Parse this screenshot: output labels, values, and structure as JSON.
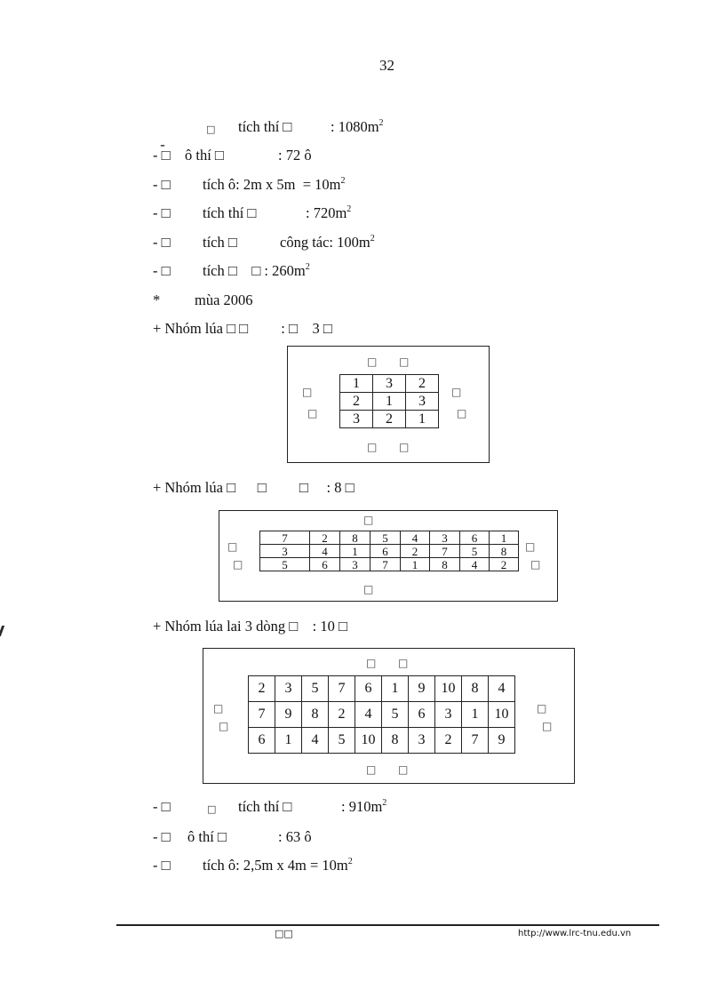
{
  "page": {
    "number": "32",
    "lines_top": [
      {
        "prefix": "-",
        "gap1": "□",
        "text": "tích thí □",
        "value": ": 1080m",
        "sup": "2"
      },
      {
        "prefix": "- □",
        "text": "ô thí □",
        "value": ": 72 ô",
        "sup": ""
      },
      {
        "prefix": "- □",
        "text": "tích ô: 2m x 5m  = 10m",
        "value": "",
        "sup": "2"
      },
      {
        "prefix": "- □",
        "text": "tích thí □",
        "value": ": 720m",
        "sup": "2"
      },
      {
        "prefix": "- □",
        "text": "tích □",
        "value": "công tác: 100m",
        "sup": "2"
      },
      {
        "prefix": "- □",
        "text": "tích □    □ : 260m",
        "value": "",
        "sup": "2"
      }
    ],
    "season_line": {
      "prefix": "*",
      "text": "mùa 2006"
    },
    "group1": {
      "heading": "+ Nhóm lúa □ □         : □    3 □",
      "grid": [
        [
          "1",
          "3",
          "2"
        ],
        [
          "2",
          "1",
          "3"
        ],
        [
          "3",
          "2",
          "1"
        ]
      ],
      "marker": "□"
    },
    "group2": {
      "heading": "+ Nhóm lúa □      □         □     : 8 □",
      "grid": [
        [
          "7",
          "2",
          "8",
          "5",
          "4",
          "3",
          "6",
          "1"
        ],
        [
          "3",
          "4",
          "1",
          "6",
          "2",
          "7",
          "5",
          "8"
        ],
        [
          "5",
          "6",
          "3",
          "7",
          "1",
          "8",
          "4",
          "2"
        ]
      ],
      "marker": "□"
    },
    "group3": {
      "heading": "+ Nhóm lúa lai 3 dòng □    : 10 □",
      "grid": [
        [
          "2",
          "3",
          "5",
          "7",
          "6",
          "1",
          "9",
          "10",
          "8",
          "4"
        ],
        [
          "7",
          "9",
          "8",
          "2",
          "4",
          "5",
          "6",
          "3",
          "1",
          "10"
        ],
        [
          "6",
          "1",
          "4",
          "5",
          "10",
          "8",
          "3",
          "2",
          "7",
          "9"
        ]
      ],
      "marker": "□"
    },
    "lines_bottom": [
      {
        "prefix": "- □",
        "gap1": "□",
        "text": "tích thí □",
        "value": ": 910m",
        "sup": "2"
      },
      {
        "prefix": "- □",
        "text": "ô thí □",
        "value": ": 63 ô",
        "sup": ""
      },
      {
        "prefix": "- □",
        "text": "tích ô: 2,5m x 4m = 10m",
        "value": "",
        "sup": "2"
      }
    ]
  },
  "footer": {
    "code": "□□",
    "url": "http://www.lrc-tnu.edu.vn"
  }
}
